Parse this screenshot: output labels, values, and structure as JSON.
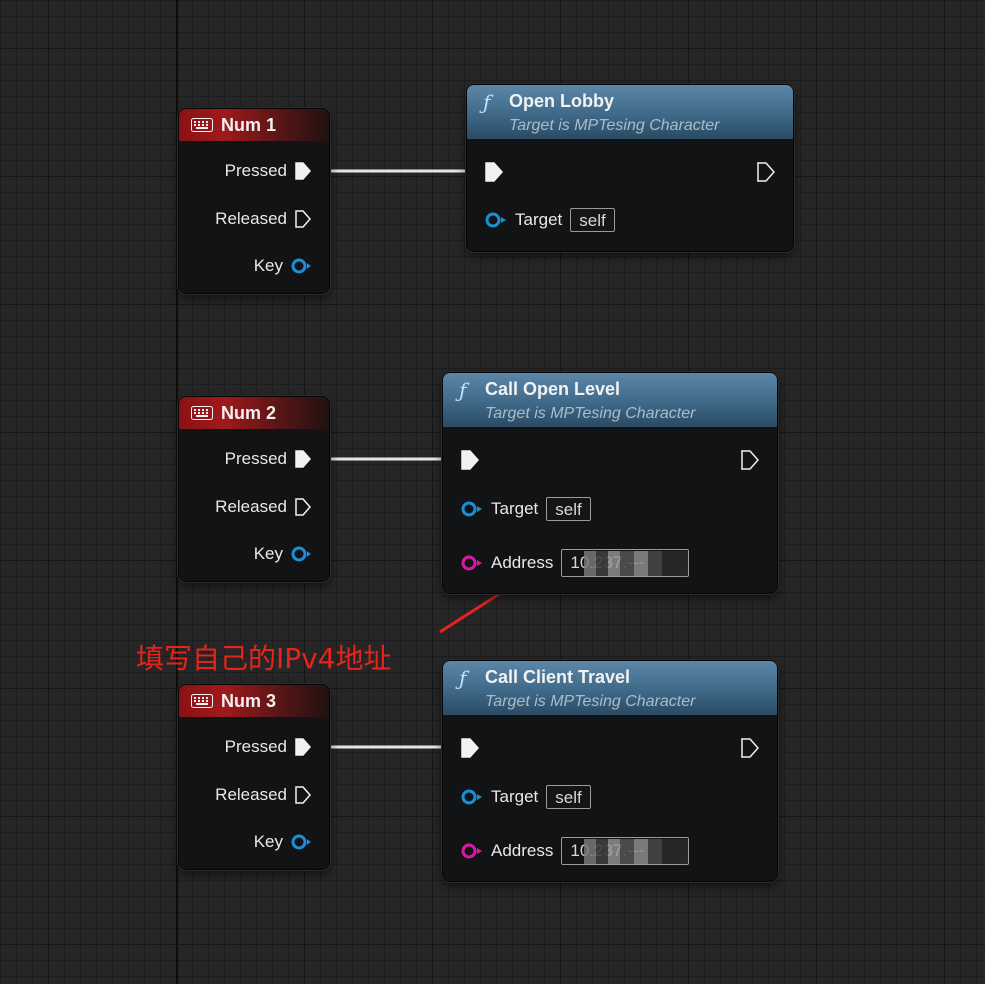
{
  "events": [
    {
      "title": "Num 1",
      "pins": {
        "pressed": "Pressed",
        "released": "Released",
        "key": "Key"
      }
    },
    {
      "title": "Num 2",
      "pins": {
        "pressed": "Pressed",
        "released": "Released",
        "key": "Key"
      }
    },
    {
      "title": "Num 3",
      "pins": {
        "pressed": "Pressed",
        "released": "Released",
        "key": "Key"
      }
    }
  ],
  "functions": [
    {
      "title": "Open Lobby",
      "subtitle": "Target is MPTesing Character",
      "target_label": "Target",
      "target_value": "self"
    },
    {
      "title": "Call Open Level",
      "subtitle": "Target is MPTesing Character",
      "target_label": "Target",
      "target_value": "self",
      "address_label": "Address",
      "address_value": "10.237.---"
    },
    {
      "title": "Call Client Travel",
      "subtitle": "Target is MPTesing Character",
      "target_label": "Target",
      "target_value": "self",
      "address_label": "Address",
      "address_value": "10.237.---"
    }
  ],
  "annotation": {
    "text": "填写自己的IPv4地址",
    "color": "#e8231c"
  },
  "icons": {
    "function": "function-icon",
    "keyboard": "keyboard-icon",
    "exec": "exec-pin-icon",
    "object": "object-pin-icon",
    "string": "string-pin-icon"
  },
  "colors": {
    "event_header": "#9e1a1c",
    "function_header": "#4a7596",
    "object_pin": "#1a8fd6",
    "string_pin": "#d61aa4",
    "annotation": "#e8231c"
  }
}
